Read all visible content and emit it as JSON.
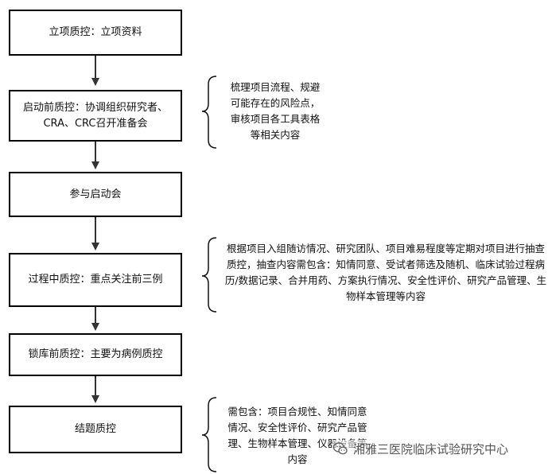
{
  "steps": [
    {
      "label": "立项质控：立项资料"
    },
    {
      "label": "启动前质控：协调组织研究者、CRA、CRC召开准备会"
    },
    {
      "label": "参与启动会"
    },
    {
      "label": "过程中质控：重点关注前三例"
    },
    {
      "label": "锁库前质控：主要为病例质控"
    },
    {
      "label": "结题质控"
    }
  ],
  "notes": [
    {
      "text": "梳理项目流程、规避可能存在的风险点，审核项目各工具表格等相关内容"
    },
    {
      "text": "根据项目入组随访情况、研究团队、项目难易程度等定期对项目进行抽查质控，抽查内容需包含：知情同意、受试者筛选及随机、临床试验过程病历/数据记录、合并用药、方案执行情况、安全性评价、研究产品管理、生物样本管理等内容"
    },
    {
      "text": "需包含：项目合规性、知情同意情况、安全性评价、研究产品管理、生物样本管理、仪器设备等内容"
    }
  ],
  "watermark": {
    "text": "湘雅三医院临床试验研究中心",
    "icon": "wechat-icon"
  }
}
